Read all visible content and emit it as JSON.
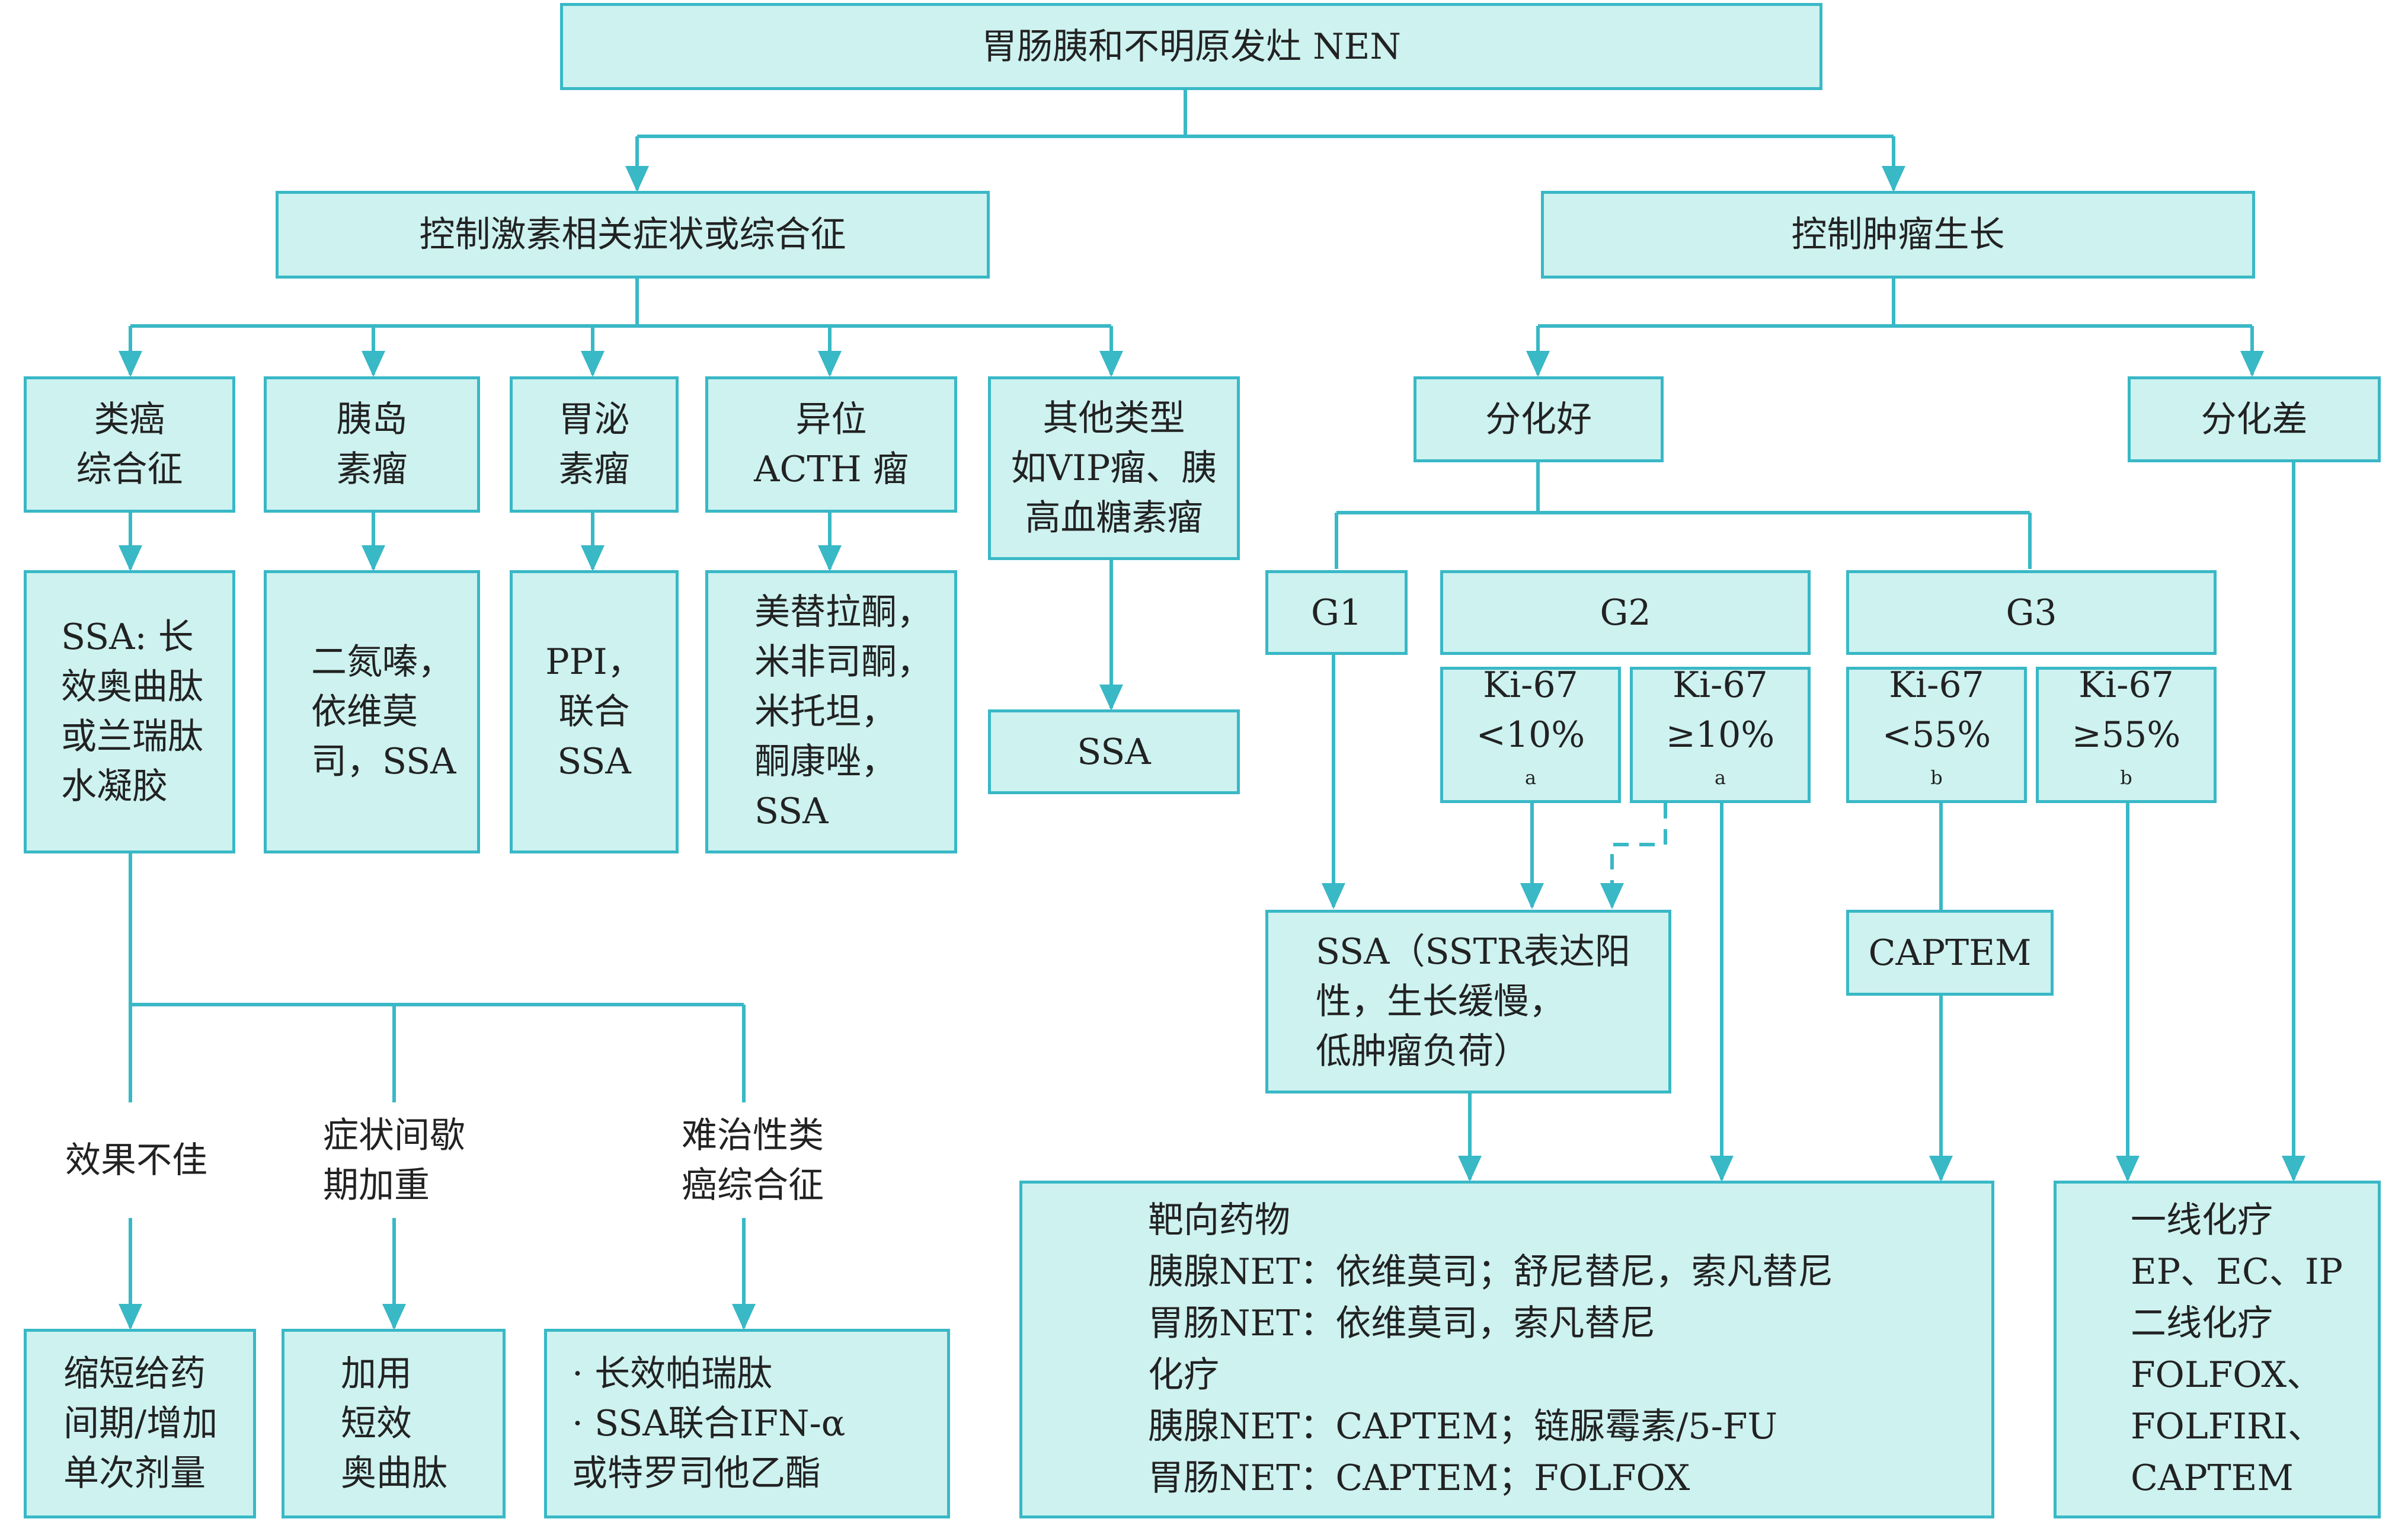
{
  "title": "胃肠胰和不明原发灶 NEN",
  "branches": {
    "hormone": "控制激素相关症状或综合征",
    "tumor": "控制肿瘤生长"
  },
  "syndromes": {
    "carcinoid": [
      "类癌",
      "综合征"
    ],
    "insulinoma": [
      "胰岛",
      "素瘤"
    ],
    "gastrinoma": [
      "胃泌",
      "素瘤"
    ],
    "ectopic_acth": [
      "异位",
      "ACTH 瘤"
    ],
    "other": [
      "其他类型",
      "如VIP瘤、胰",
      "高血糖素瘤"
    ]
  },
  "syndrome_treatments": {
    "carcinoid": [
      "SSA: 长",
      "效奥曲肽",
      "或兰瑞肽",
      "水凝胶"
    ],
    "insulinoma": [
      "二氮嗪，",
      "依维莫",
      "司，SSA"
    ],
    "gastrinoma": [
      "PPI，",
      "联合",
      "SSA"
    ],
    "ectopic_acth": [
      "美替拉酮，",
      "米非司酮，",
      "米托坦，",
      "酮康唑，",
      "SSA"
    ],
    "other": "SSA"
  },
  "carcinoid_outcomes": {
    "poor_effect": "效果不佳",
    "intermittent": [
      "症状间歇",
      "期加重"
    ],
    "refractory": [
      "难治性类",
      "癌综合征"
    ]
  },
  "carcinoid_actions": {
    "poor_effect": [
      "缩短给药",
      "间期/增加",
      "单次剂量"
    ],
    "intermittent": [
      "加用",
      "短效",
      "奥曲肽"
    ],
    "refractory": [
      "· 长效帕瑞肽",
      "· SSA联合IFN-α",
      "或特罗司他乙酯"
    ]
  },
  "differentiation": {
    "well": "分化好",
    "poor": "分化差"
  },
  "grades": {
    "g1": "G1",
    "g2": "G2",
    "g3": "G3"
  },
  "ki67": {
    "g2_low": {
      "label": "Ki-67",
      "value": "<10%",
      "note": "a"
    },
    "g2_high": {
      "label": "Ki-67",
      "value": "≥10%",
      "note": "a"
    },
    "g3_low": {
      "label": "Ki-67",
      "value": "<55%",
      "note": "b"
    },
    "g3_high": {
      "label": "Ki-67",
      "value": "≥55%",
      "note": "b"
    }
  },
  "ssa_box": [
    "SSA（SSTR表达阳",
    "性，生长缓慢，",
    "低肿瘤负荷）"
  ],
  "captem": "CAPTEM",
  "targeted_box": [
    "靶向药物",
    "胰腺NET：依维莫司；舒尼替尼，索凡替尼",
    "胃肠NET：依维莫司，索凡替尼",
    "化疗",
    "胰腺NET：CAPTEM；链脲霉素/5-FU",
    "胃肠NET：CAPTEM；FOLFOX"
  ],
  "chemo_box": [
    "一线化疗",
    "EP、EC、IP",
    "二线化疗",
    "FOLFOX、",
    "FOLFIRI、",
    "CAPTEM"
  ],
  "colors": {
    "box_fill": "#cdf2f0",
    "box_border": "#39b8c6",
    "connector": "#39b8c6",
    "text": "#222222"
  }
}
